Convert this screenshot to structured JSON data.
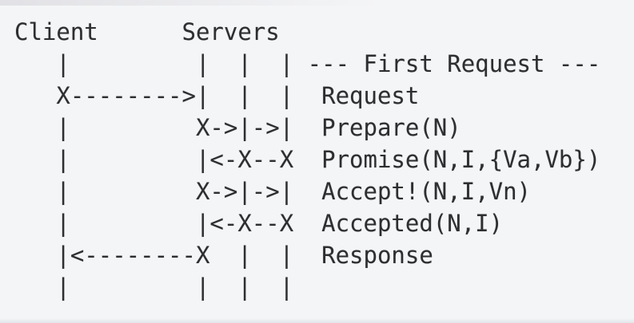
{
  "colors": {
    "background": "#f4f5f7",
    "text": "#2d2e30"
  },
  "diagram": {
    "participants": {
      "client": "Client",
      "servers": "Servers"
    },
    "phase_label": "--- First Request ---",
    "messages": [
      "Request",
      "Prepare(N)",
      "Promise(N,I,{Va,Vb})",
      "Accept!(N,I,Vn)",
      "Accepted(N,I)",
      "Response"
    ],
    "lines": [
      "Client      Servers",
      "   |         |  |  | --- First Request ---",
      "   X-------->|  |  |  Request",
      "   |         X->|->|  Prepare(N)",
      "   |         |<-X--X  Promise(N,I,{Va,Vb})",
      "   |         X->|->|  Accept!(N,I,Vn)",
      "   |         |<-X--X  Accepted(N,I)",
      "   |<--------X  |  |  Response",
      "   |         |  |  |"
    ]
  }
}
